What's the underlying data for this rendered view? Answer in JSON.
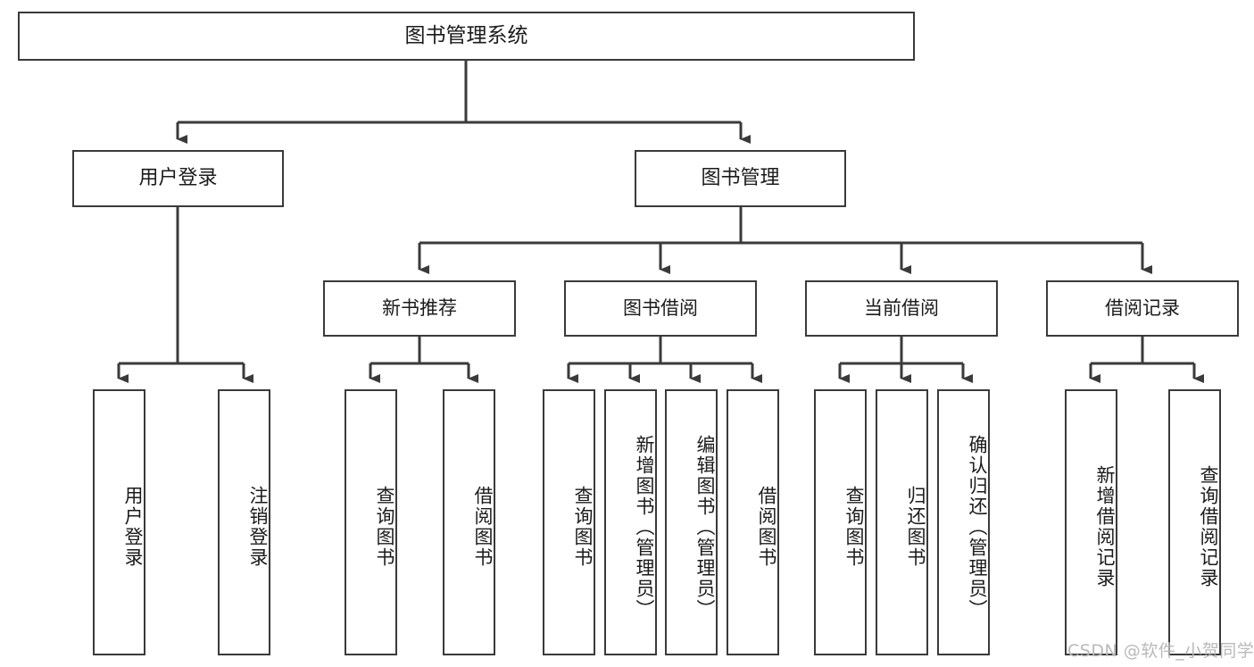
{
  "diagram": {
    "title": "图书管理系统",
    "root": {
      "label": "图书管理系统"
    },
    "level2": [
      {
        "label": "用户登录"
      },
      {
        "label": "图书管理"
      }
    ],
    "level3": [
      {
        "label": "新书推荐"
      },
      {
        "label": "图书借阅"
      },
      {
        "label": "当前借阅"
      },
      {
        "label": "借阅记录"
      }
    ],
    "leaves": {
      "user_login": [
        {
          "label": "用户登录"
        },
        {
          "label": "注销登录"
        }
      ],
      "new_book_recommend": [
        {
          "label": "查询图书"
        },
        {
          "label": "借阅图书"
        }
      ],
      "book_borrow": [
        {
          "label": "查询图书"
        },
        {
          "label": "新增图书（管理员）"
        },
        {
          "label": "编辑图书（管理员）"
        },
        {
          "label": "借阅图书"
        }
      ],
      "current_borrow": [
        {
          "label": "查询图书"
        },
        {
          "label": "归还图书"
        },
        {
          "label": "确认归还（管理员）"
        }
      ],
      "borrow_record": [
        {
          "label": "新增借阅记录"
        },
        {
          "label": "查询借阅记录"
        }
      ]
    }
  },
  "watermark": {
    "text": "CSDN @软件_小贺同学"
  },
  "colors": {
    "border": "#3a3a3a",
    "text": "#1b1b1b",
    "background": "#ffffff",
    "watermark": "#b9b9b9"
  }
}
